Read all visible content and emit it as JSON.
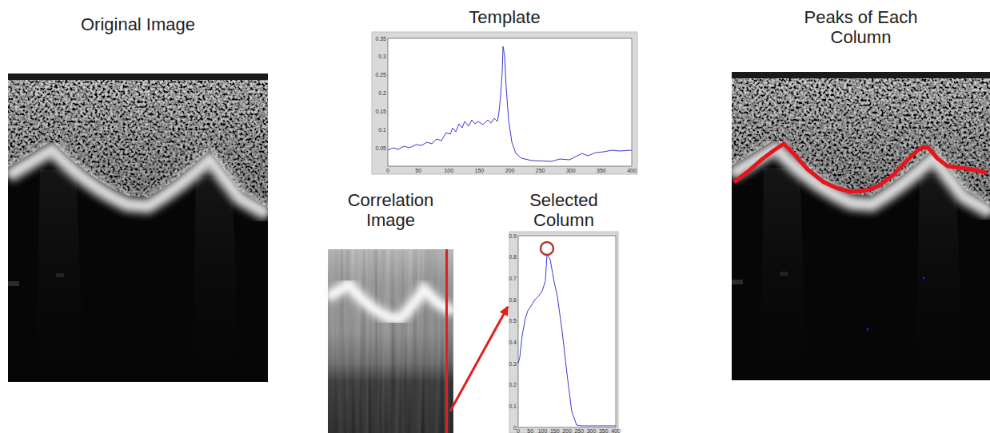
{
  "diagram": {
    "nodes": [
      {
        "text": [
          "Original Image"
        ]
      },
      {
        "text": [
          "Template"
        ]
      },
      {
        "text": [
          "Correlation Image"
        ]
      },
      {
        "text": [
          "Selected Column"
        ]
      },
      {
        "text": [
          "Peaks of Each Column"
        ]
      }
    ],
    "edges": [
      {
        "from": 2,
        "to": 3,
        "arrow": "to"
      }
    ],
    "labels": [
      "0",
      "50",
      "100",
      "150",
      "200",
      "250",
      "300",
      "350",
      "400",
      "0.05",
      "0.1",
      "0.15",
      "0.2",
      "0.25",
      "0.3",
      "0.35",
      "0",
      "50",
      "100",
      "150",
      "200",
      "250",
      "300",
      "350",
      "400",
      "0",
      "0.1",
      "0.2",
      "0.3",
      "0.4",
      "0.5",
      "0.6",
      "0.7",
      "0.8",
      "0.9"
    ]
  }
}
